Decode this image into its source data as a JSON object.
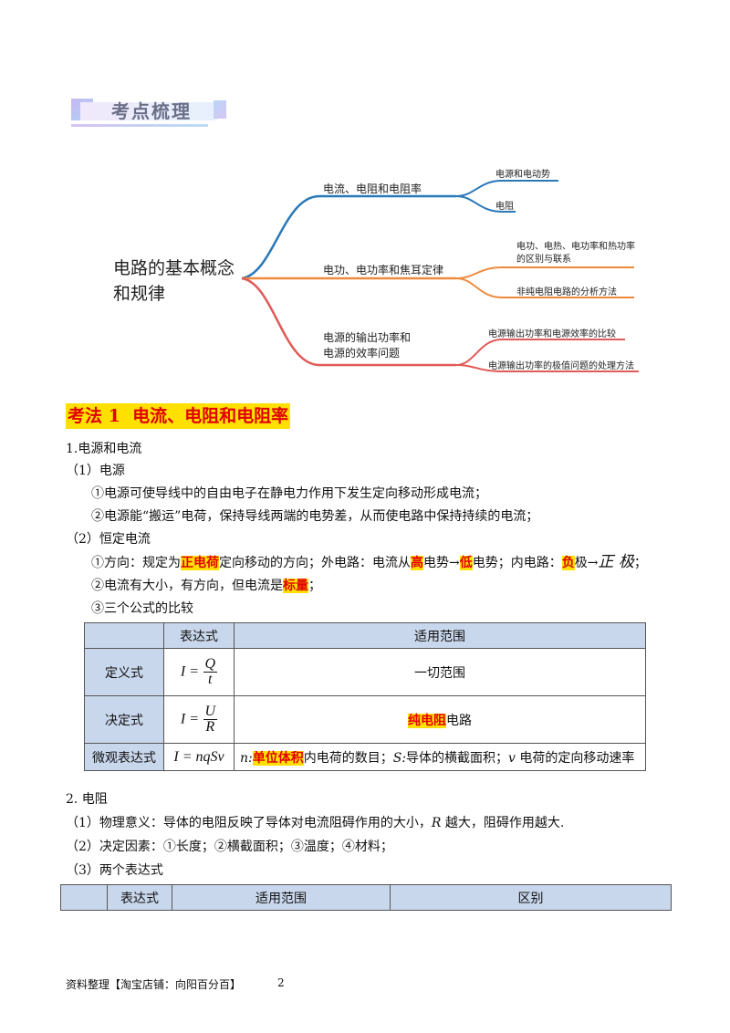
{
  "banner": {
    "title": "考点梳理"
  },
  "mindmap": {
    "root": "电路的基本概念和规律",
    "branches": [
      {
        "label": "电流、电阻和电阻率",
        "color": "#2a78b8",
        "leaves": [
          "电源和电动势",
          "电阻"
        ]
      },
      {
        "label": "电功、电功率和焦耳定律",
        "color": "#ef8a3c",
        "leaves": [
          "电功、电热、电功率和热功率的区别与联系",
          "非纯电阻电路的分析方法"
        ]
      },
      {
        "label": "电源的输出功率和电源的效率问题",
        "color": "#e05a57",
        "leaves": [
          "电源输出功率和电源效率的比较",
          "电源输出功率的极值问题的处理方法"
        ]
      }
    ]
  },
  "section1": {
    "title": "考法 1  电流、电阻和电阻率"
  },
  "s1": {
    "h1": "1.电源和电流",
    "p1": "（1）电源",
    "p1_1": "①电源可使导线中的自由电子在静电力作用下发生定向移动形成电流；",
    "p1_2": "②电源能“搬运”电荷，保持导线两端的电势差，从而使电路中保持持续的电流；",
    "p2": "（2）恒定电流",
    "p2_1a": "①方向：规定为",
    "p2_1b": "正电荷",
    "p2_1c": "定向移动的方向；外电路：电流从",
    "p2_1d": "高",
    "p2_1e": "电势→",
    "p2_1f": "低",
    "p2_1g": "电势；内电路：",
    "p2_1h": "负",
    "p2_1i": "极→",
    "p2_1j": "正 极",
    "p2_1k": "；",
    "p2_2a": "②电流有大小，有方向，但电流是",
    "p2_2b": "标量",
    "p2_2c": "；",
    "p2_3": "③三个公式的比较"
  },
  "table1": {
    "headers": [
      "",
      "表达式",
      "适用范围"
    ],
    "rows": [
      {
        "name": "定义式",
        "lhs": "I =",
        "num": "Q",
        "den": "t",
        "scope": "一切范围"
      },
      {
        "name": "决定式",
        "lhs": "I =",
        "num": "U",
        "den": "R",
        "scope_hl": "纯电阻",
        "scope_rest": "电路"
      },
      {
        "name": "微观表达式",
        "expr": "I = nqSv",
        "n": "n:",
        "hl": "单位体积",
        "rest": "内电荷的数目；",
        "s": "S:",
        "s_rest": "导体的横截面积；",
        "v": "v",
        "v_rest": " 电荷的定向移动速率"
      }
    ]
  },
  "s2": {
    "h": "2. 电阻",
    "p1a": "（1）物理意义：导体的电阻反映了导体对电流阻碍作用的大小，",
    "p1b": "R",
    "p1c": " 越大，阻碍作用越大.",
    "p2": "（2）决定因素：①长度；②横截面积；③温度；④材料；",
    "p3": "（3）两个表达式"
  },
  "table2": {
    "headers": [
      "",
      "表达式",
      "适用范围",
      "区别"
    ]
  },
  "footer": {
    "text": "资料整理【淘宝店铺：向阳百分百】",
    "page": "2"
  }
}
